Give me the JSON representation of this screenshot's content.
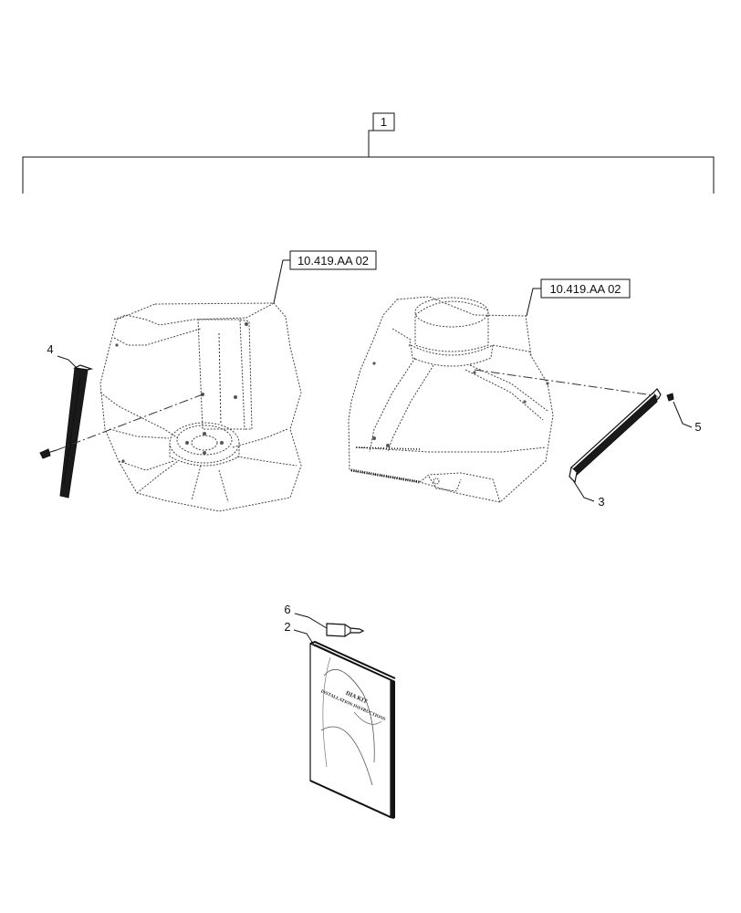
{
  "callouts": [
    {
      "id": "item-1",
      "text": "1"
    },
    {
      "id": "item-2",
      "text": "2"
    },
    {
      "id": "item-3",
      "text": "3"
    },
    {
      "id": "item-4",
      "text": "4"
    },
    {
      "id": "item-5",
      "text": "5"
    },
    {
      "id": "item-6",
      "text": "6"
    }
  ],
  "references": [
    {
      "id": "ref-left",
      "text": "10.419.AA 02"
    },
    {
      "id": "ref-right",
      "text": "10.419.AA 02"
    }
  ],
  "manual": {
    "title": "DIA KIT",
    "subtitle": "INSTALLATION INSTRUCTIONS"
  }
}
